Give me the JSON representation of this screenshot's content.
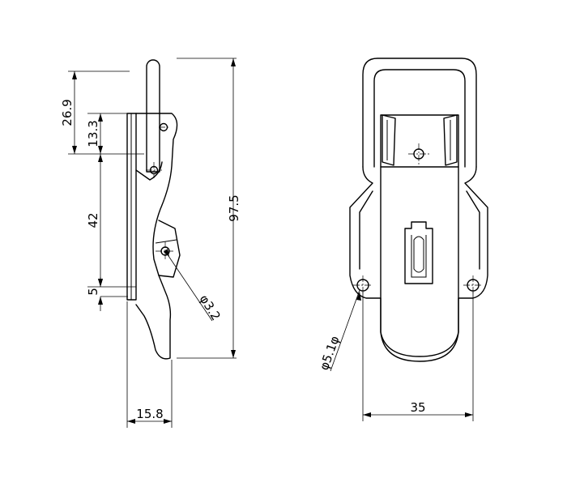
{
  "dimensions": {
    "overall_height": "97.5",
    "upper_height": "26.9",
    "pivot_offset": "13.3",
    "pivot_spacing": "42",
    "small_offset": "5",
    "side_depth": "15.8",
    "hole_spacing": "35",
    "pivot_hole_diameter": "φ3.2",
    "mount_hole_diameter": "φ5.1φ"
  }
}
